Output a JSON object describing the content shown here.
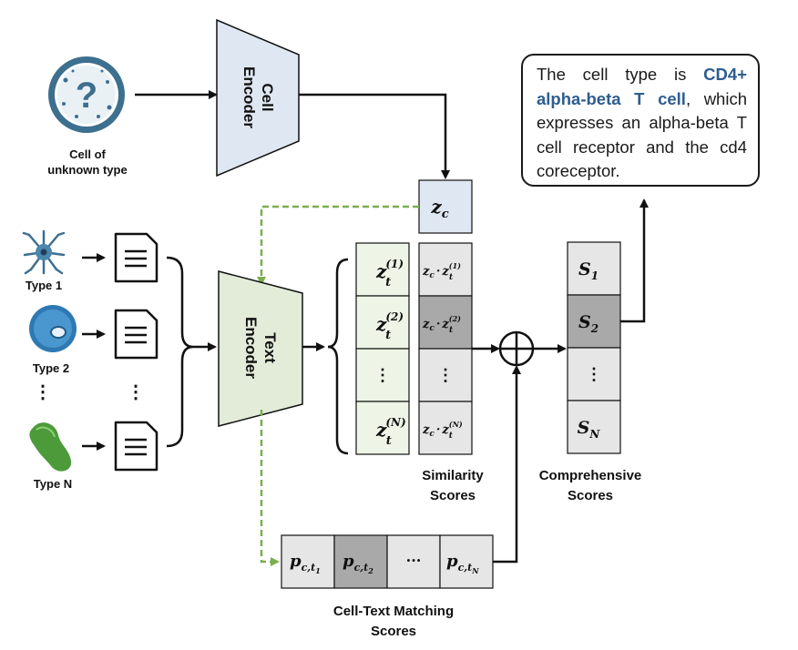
{
  "cell_encoder": {
    "line1": "Cell",
    "line2": "Encoder"
  },
  "text_encoder": {
    "line1": "Text",
    "line2": "Encoder"
  },
  "unknown_cell": {
    "label_line1": "Cell of",
    "label_line2": "unknown type",
    "icon": "question-cell-icon"
  },
  "types": [
    {
      "label": "Type 1",
      "icon": "neuron-cell-icon"
    },
    {
      "label": "Type 2",
      "icon": "blue-cell-icon"
    },
    {
      "label": "Type N",
      "icon": "green-bacterium-icon"
    }
  ],
  "vertical_ellipsis": "⋮",
  "zc": {
    "symbol": "z",
    "sub": "c"
  },
  "text_embeddings": [
    {
      "base": "z",
      "sub": "t",
      "sup": "(1)"
    },
    {
      "base": "z",
      "sub": "t",
      "sup": "(2)"
    },
    {
      "dots": "⋮"
    },
    {
      "base": "z",
      "sub": "t",
      "sup": "(N)"
    }
  ],
  "similarity": [
    {
      "text": "z",
      "sub": "c",
      "dot": "·",
      "text2": "z",
      "sub2": "t",
      "sup2": "(1)"
    },
    {
      "text": "z",
      "sub": "c",
      "dot": "·",
      "text2": "z",
      "sub2": "t",
      "sup2": "(2)"
    },
    {
      "dots": "⋮"
    },
    {
      "text": "z",
      "sub": "c",
      "dot": "·",
      "text2": "z",
      "sub2": "t",
      "sup2": "(N)"
    }
  ],
  "similarity_label": {
    "line1": "Similarity",
    "line2": "Scores"
  },
  "comprehensive": [
    {
      "base": "S",
      "sub": "1"
    },
    {
      "base": "S",
      "sub": "2"
    },
    {
      "dots": "⋮"
    },
    {
      "base": "S",
      "sub": "N"
    }
  ],
  "comprehensive_label": {
    "line1": "Comprehensive",
    "line2": "Scores"
  },
  "matching": [
    {
      "base": "p",
      "sub": "c,t",
      "subsub": "1"
    },
    {
      "base": "p",
      "sub": "c,t",
      "subsub": "2"
    },
    {
      "dots": "···"
    },
    {
      "base": "p",
      "sub": "c,t",
      "subsub": "N"
    }
  ],
  "matching_label": {
    "line1": "Cell-Text Matching",
    "line2": "Scores"
  },
  "answer": {
    "pre": "The cell type is ",
    "highlight": "CD4+ alpha-beta T cell",
    "post": ", which expresses an alpha-beta T cell receptor and the cd4 coreceptor."
  },
  "colors": {
    "cell_encoder_fill": "#dfe7f2",
    "text_encoder_fill": "#e2ecd9",
    "green_box": "#eef5e6",
    "gray_box": "#e6e6e6",
    "dark_gray_box": "#a9a9a9",
    "dashed_green": "#7cad4f",
    "highlight": "#2e5d8f"
  }
}
